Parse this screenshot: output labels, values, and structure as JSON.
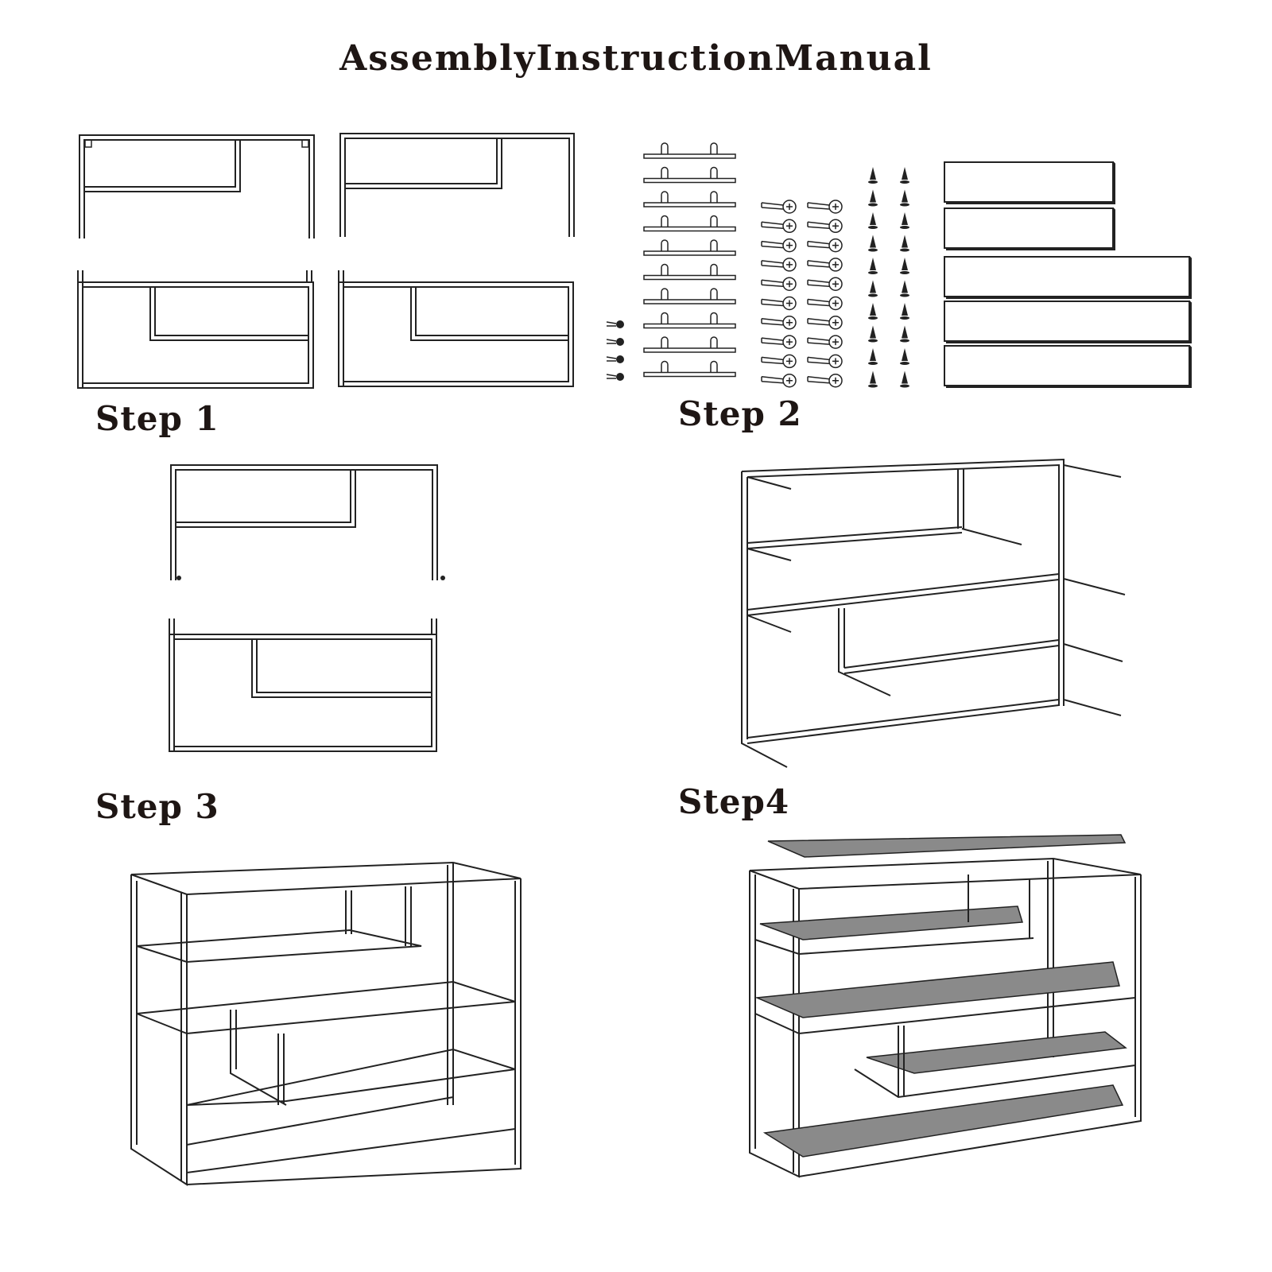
{
  "title": "AssemblyInstructionManual",
  "steps": [
    {
      "label": "Step 1"
    },
    {
      "label": "Step 2"
    },
    {
      "label": "Step 3"
    },
    {
      "label": "Step4"
    }
  ],
  "parts": {
    "brackets_count": 10,
    "screws_count": 20,
    "short_screws_count": 4,
    "nails_count": 20,
    "boards_count": 5
  },
  "colors": {
    "ink": "#1e1614",
    "shelf": "#8a8a8a"
  }
}
